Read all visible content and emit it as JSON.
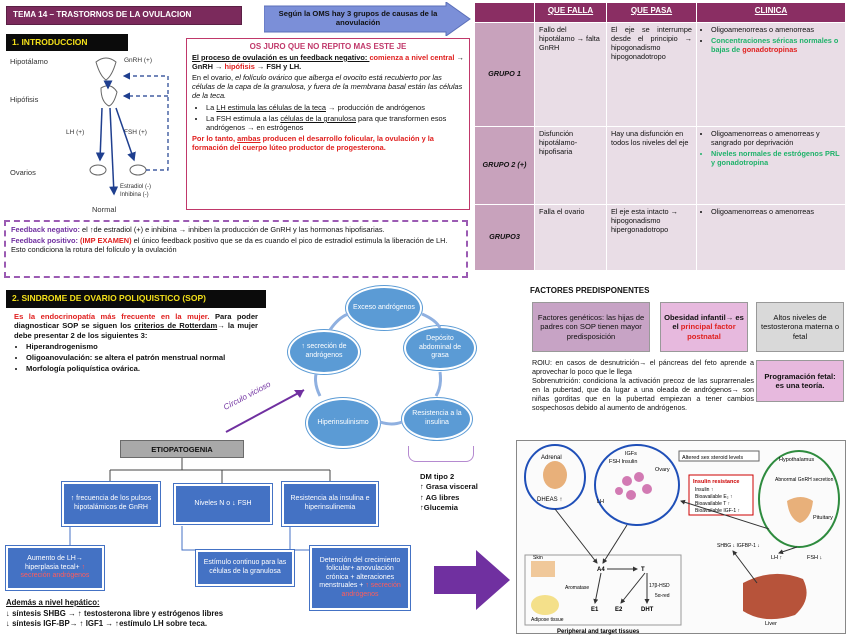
{
  "title": "TEMA 14 – TRASTORNOS DE LA OVULACION",
  "intro": {
    "header": "1. INTRODUCCION",
    "diagram": {
      "hipotalamo": "Hipotálamo",
      "hipofisis": "Hipófisis",
      "ovarios": "Ovarios",
      "gnrh": "GnRH (+)",
      "lh": "LH (+)",
      "fsh": "FSH (+)",
      "estradiol": "Estradiol (-)",
      "inhibina": "Inhibina (-)",
      "normal": "Normal"
    },
    "box": {
      "heading": "OS JURO QUE NO REPITO MAS ESTE JE",
      "p1_a": "El proceso de ovulación es un feedback negativo: ",
      "p1_b": "comienza a nivel central",
      "p1_c": " → GnRH → ",
      "p1_d": "hipófisis",
      "p1_e": " → FSH y LH.",
      "p2_a": "En el ovario, ",
      "p2_b": "el folículo ovárico que alberga el ovocito está recubierto por las células de la capa de la granulosa, y fuera de la membrana basal están las células de la teca.",
      "li1_a": "La ",
      "li1_b": "LH estimula las células de la teca",
      "li1_c": " → producción de andrógenos",
      "li2_a": "La FSH estimula a las ",
      "li2_b": "células de la granulosa",
      "li2_c": " para que transformen esos andrógenos → en estrógenos",
      "p3_a": "Por lo tanto, ",
      "p3_b": "ambas",
      "p3_c": " producen el desarrollo folicular, la ovulación y la formación del cuerpo lúteo productor de progesterona."
    }
  },
  "feedback": {
    "neg_label": "Feedback negativo:",
    "neg_text": " el ↑de estradiol (+) e inhibina → inhiben la producción de GnRH y las hormonas hipofisarias.",
    "pos_label": "Feedback positivo: ",
    "pos_exam": "(IMP EXAMEN)",
    "pos_text": " el único feedback positivo que se da es cuando el pico de estradiol estimula la liberación de LH. Esto condiciona la rotura del folículo y la ovulación"
  },
  "oms_arrow": "Según la OMS hay 3 grupos de causas de la anovulación",
  "who_table": {
    "headers": [
      "QUE FALLA",
      "QUE PASA",
      "CLINICA"
    ],
    "rows": [
      {
        "group": "GRUPO 1",
        "falla": "Fallo del hipotálamo → falta GnRH",
        "pasa": "El eje se interrumpe desde el principio → hipogonadismo hipogonadotropo",
        "clin_black": "Oligoamenorreas o amenorreas",
        "clin_green": "Concentraciones séricas normales o bajas de ",
        "clin_red": "gonadotropinas"
      },
      {
        "group": "GRUPO 2 (+)",
        "falla": "Disfunción hipotálamo-hipofisaria",
        "pasa": "Hay una disfunción en todos los niveles del eje",
        "clin_black": "Oligoamenorreas o amenorreas y sangrado por deprivación",
        "clin_green": "Niveles normales de estrógenos PRL y gonadotropina",
        "clin_red": ""
      },
      {
        "group": "GRUPO3",
        "falla": "Falla el ovario",
        "pasa": "El eje esta intacto → hipogonadismo hipergonadotropo",
        "clin_black": "Oligoamenorreas o amenorreas",
        "clin_green": "",
        "clin_red": ""
      }
    ]
  },
  "sop": {
    "header": "2. SINDROME DE OVARIO POLIQUISTICO (SOP)",
    "p1_a": "Es la endocrinopatía más frecuente en la mujer.",
    "p1_b": " Para poder diagnosticar SOP se siguen los ",
    "p1_c": "criterios de Rotterdam",
    "p1_d": "→ la mujer debe presentar 2 de los siguientes 3:",
    "criteria": [
      "Hiperandrogenismo",
      "Oligoanovulación: se altera el patrón menstrual normal",
      "Morfología poliquística ovárica."
    ],
    "cycle": [
      "Exceso andrógenos",
      "Depósito abdominal de grasa",
      "Resistencia a la insulina",
      "Hiperinsulinismo",
      "↑ secreción de andrógenos"
    ],
    "cycle_label": "Círculo vicioso",
    "dm": [
      "DM tipo 2",
      "↑ Grasa visceral",
      "↑ AG libres",
      "↑Glucemia"
    ],
    "etio_title": "ETIOPATOGENIA",
    "etio": [
      "↑ frecuencia de los pulsos hipotalámicos de GnRH",
      "Niveles N o ↓ FSH",
      "Resistencia ala insulina e hiperinsulinemia"
    ],
    "etio_sub": [
      {
        "a": "Aumento de LH→ hiperplasia tecal+ ",
        "b": "↑ secreción andrógenos"
      },
      {
        "a": "Estímulo continuo para las células de la granulosa",
        "b": ""
      },
      {
        "a": "Detención del crecimiento folicular+ anovulación crónica + alteraciones menstruales + ",
        "b": "↑ secreción andrógenos"
      }
    ],
    "hep_title": "Además a nivel hepático:",
    "hep": [
      "↓ síntesis SHBG → ↑ testosterona libre y estrógenos libres",
      "↓ síntesis IGF-BP→ ↑ IGF1 → ↑estímulo LH sobre teca."
    ]
  },
  "factores": {
    "title": "FACTORES PREDISPONENTES",
    "gen": "Factores genéticos: las hijas de padres con SOP tienen mayor predisposición",
    "obes_a": "Obesidad infantil→ es el ",
    "obes_b": "principal factor postnatal",
    "testo": "Altos niveles de testosterona materna o fetal",
    "prog": "Programación fetal: es una teoría.",
    "roiu": "ROIU: en casos de desnutrición→ el páncreas del feto aprende a aprovechar lo poco que le llega",
    "sobre": "Sobrenutrición: condiciona la activación precoz de las suprarrenales en la pubertad, que da lugar a una oleada de andrógenos→ son niñas gorditas que en la pubertad empiezan a tener cambios sospechosos debido al aumento de andrógenos."
  },
  "figure": {
    "adrenal": "Adrenal",
    "dheas": "DHEAS ↑",
    "igfs": "IGFs",
    "fsh_insulin": "FSH Insulin",
    "ovary": "Ovary",
    "lh": "LH",
    "altered": "Altered sex steroid levels",
    "hypothalamus": "Hypothalamus",
    "gnrh": "Abnormal GnRH secretion",
    "pituitary": "Pituitary",
    "insulin_res": "Insulin resistance",
    "ins_list": [
      "Insulin ↑",
      "Bioavailable E₂ ↑",
      "Bioavailable T ↑",
      "Bioavailable IGF-1 ↑"
    ],
    "shbg": "SHBG ↓ IGFBP-1 ↓",
    "lhup": "LH ↑",
    "fshdn": "FSH ↓",
    "liver": "Liver",
    "skin": "Skin",
    "adipose": "Adipose tissue",
    "caption": "Peripheral and target tissues",
    "a4": "A4",
    "t": "T",
    "e1": "E1",
    "e2": "E2",
    "dht": "DHT",
    "aromatase": "Aromatase",
    "hsd17": "17β-HSD",
    "redase": "5α-red"
  }
}
